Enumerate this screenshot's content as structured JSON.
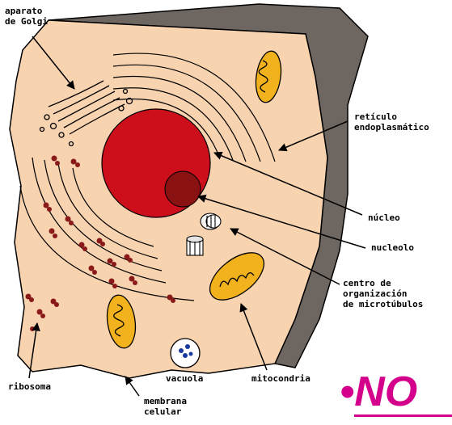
{
  "labels": {
    "golgi": "aparato\nde Golgi",
    "er": "retículo\nendoplasmático",
    "nucleus": "núcleo",
    "nucleolus": "nucleolo",
    "mtoc": "centro de\norganización\nde microtúbulos",
    "ribosome": "ribosoma",
    "vacuole": "vacuola",
    "mitochondria": "mitocondria",
    "membrane": "membrana\ncelular"
  },
  "overlay_text": "•NO",
  "colors": {
    "cytoplasm": "#f8d3b0",
    "cell_wall": "#6e6660",
    "nucleus": "#cc0f1a",
    "nucleolus": "#8a1212",
    "mitochondria": "#f2b21e",
    "ribosome": "#8a1a1a",
    "vacuole_dot": "#1a3aa0",
    "overlay": "#d4008c"
  }
}
